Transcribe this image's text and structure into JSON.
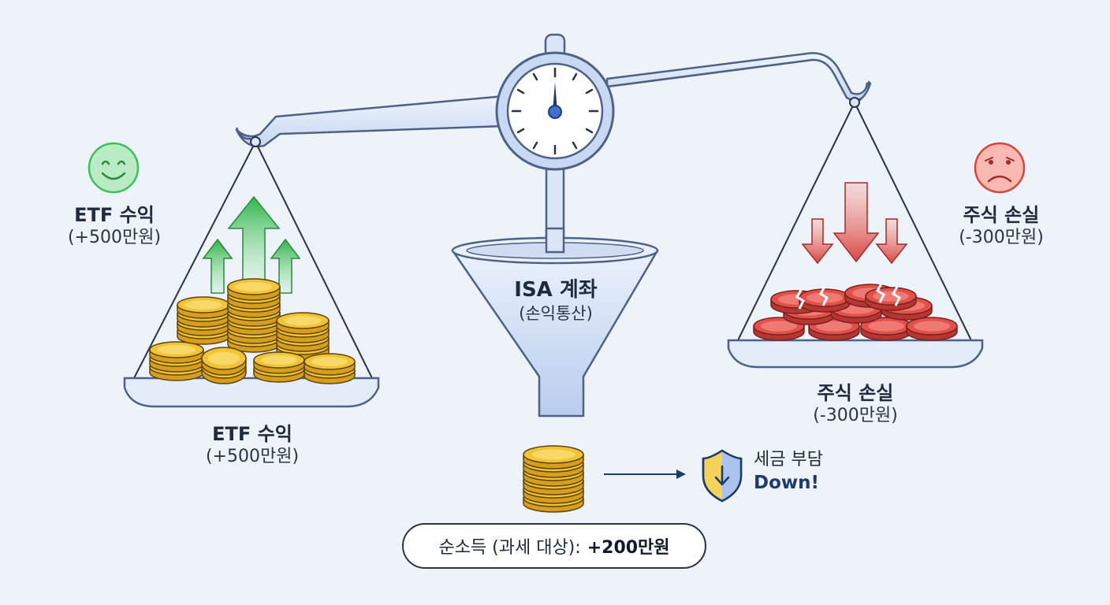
{
  "left": {
    "title": "ETF 수익",
    "amount": "(+500만원)",
    "bottom_title": "ETF 수익",
    "bottom_amount": "(+500만원)"
  },
  "right": {
    "title": "주식 손실",
    "amount": "(-300만원)",
    "bottom_title": "주식 손실",
    "bottom_amount": "(-300만원)"
  },
  "funnel": {
    "title": "ISA 계좌",
    "subtitle": "(손익통산)"
  },
  "result": {
    "label": "순소득 (과세 대상):",
    "value": "+200만원"
  },
  "tax": {
    "line1": "세금 부담",
    "line2": "Down!"
  },
  "icons": [
    "smiley-icon",
    "sad-face-icon",
    "clock-gauge-icon",
    "up-arrow-icon",
    "down-arrow-icon",
    "shield-down-icon",
    "coin-stack-icon"
  ],
  "colors": {
    "gain": "#3fbf5a",
    "loss": "#d9443f",
    "coin": "#f2c332",
    "accent": "#1d3b6e"
  }
}
